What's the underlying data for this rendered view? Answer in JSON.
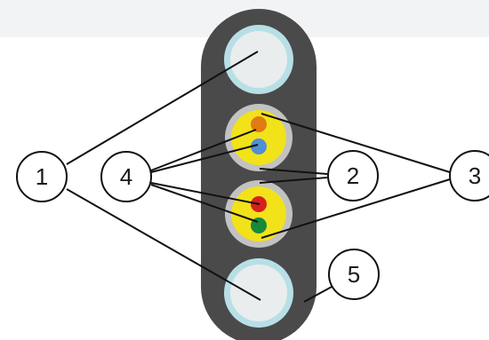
{
  "diagram": {
    "background_band_color": "#f2f3f4",
    "jacket_color": "#4a4a4a",
    "strength_member": {
      "outer_color": "#b8dfe6",
      "inner_color": "#e9edee"
    },
    "fiber_unit": {
      "outer_color": "#c2c2c2",
      "inner_color": "#f2e21a"
    },
    "fiber_colors": {
      "orange": "#e07b12",
      "blue": "#4f8fd4",
      "red": "#d71f1f",
      "green": "#168a3a"
    },
    "leader_color": "#111111",
    "callouts": [
      {
        "id": "1",
        "label": "1"
      },
      {
        "id": "2",
        "label": "2"
      },
      {
        "id": "3",
        "label": "3"
      },
      {
        "id": "4",
        "label": "4"
      },
      {
        "id": "5",
        "label": "5"
      }
    ]
  }
}
